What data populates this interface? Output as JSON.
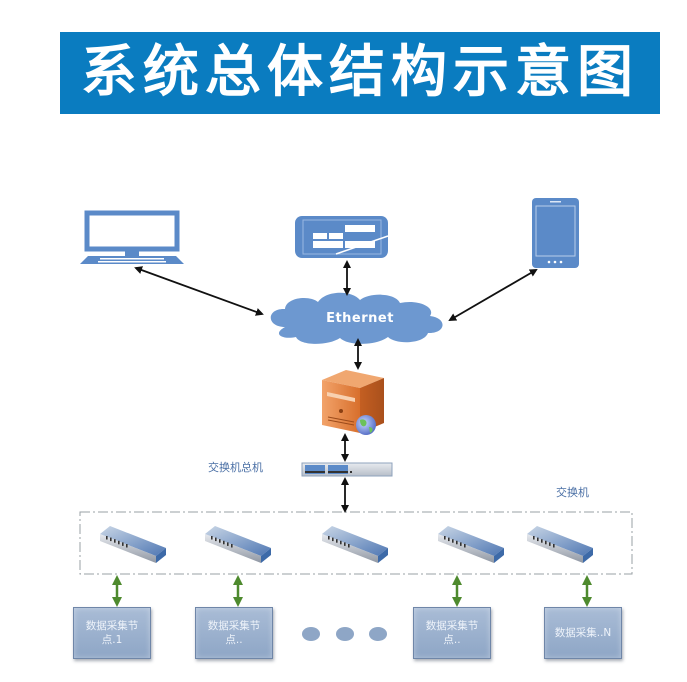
{
  "title": "系统总体结构示意图",
  "network": {
    "cloud_label": "Ethernet",
    "devices_top": [
      {
        "name": "laptop",
        "icon": "laptop-icon"
      },
      {
        "name": "tablet-panel",
        "icon": "touch-panel-icon"
      },
      {
        "name": "mobile",
        "icon": "tablet-icon"
      }
    ],
    "server": {
      "icon": "server-icon"
    },
    "main_switch_label": "交换机总机",
    "switch_group_label": "交换机",
    "switch_count": 5,
    "nodes": [
      {
        "label_line1": "数据采集节",
        "label_line2": "点.1"
      },
      {
        "label_line1": "数据采集节",
        "label_line2": "点.."
      },
      {
        "label_line1": "数据采集节",
        "label_line2": "点.."
      },
      {
        "label_line1": "数据采集..N",
        "label_line2": ""
      }
    ],
    "ellipsis_dots": 3
  },
  "colors": {
    "title_bg": "#0a7cc0",
    "device_blue": "#5b8ac8",
    "cloud_blue": "#6d98d0",
    "arrow_black": "#111111",
    "arrow_green": "#4e8a2e",
    "node_fill": "#9fb4d0",
    "server_orange": "#e07a3a"
  }
}
